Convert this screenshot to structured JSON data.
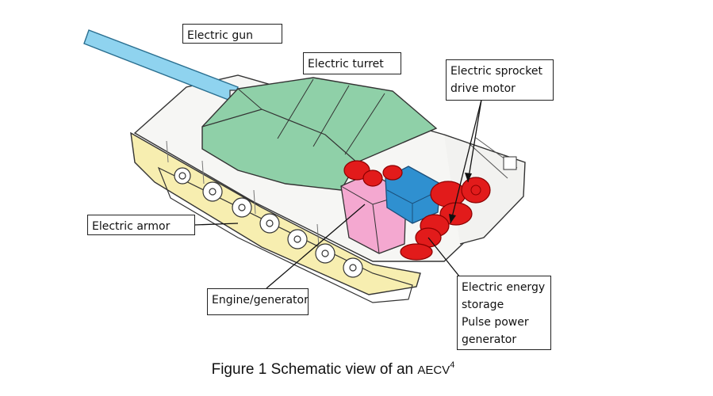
{
  "labels": {
    "gun": "Electric gun",
    "turret": "Electric turret",
    "sprocket": [
      "Electric sprocket",
      "drive motor"
    ],
    "armor": "Electric armor",
    "engine": "Engine/generator",
    "storage": [
      "Electric energy",
      "storage",
      "Pulse power",
      "generator"
    ]
  },
  "caption": {
    "main": "Figure 1 Schematic view of an ",
    "abbrev": "AECV",
    "ref": "4"
  },
  "colors": {
    "gun": "#8fd3ef",
    "turret": "#8fd0a8",
    "armor": "#f7eeb0",
    "engine": "#f4a8d0",
    "storage": "#2f90d0",
    "motors": "#e21b1b"
  }
}
